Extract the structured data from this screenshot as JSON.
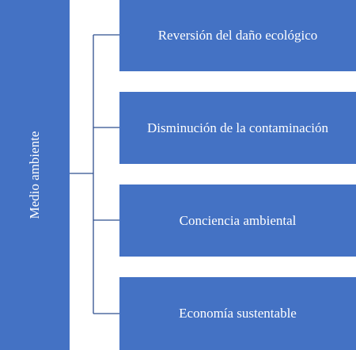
{
  "diagram": {
    "root": {
      "label": "Medio ambiente"
    },
    "children": [
      {
        "label": "Reversión del daño ecológico"
      },
      {
        "label": "Disminución de la contaminación"
      },
      {
        "label": "Conciencia ambiental"
      },
      {
        "label": "Economía sustentable"
      }
    ]
  },
  "colors": {
    "box_fill": "#4472C4",
    "connector": "#2F4F8F",
    "text": "#ffffff"
  }
}
